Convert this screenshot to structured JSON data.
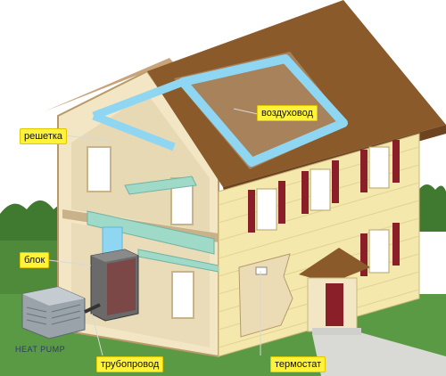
{
  "labels": {
    "grille": "решетка",
    "duct": "воздуховод",
    "unit": "блок",
    "piping": "трубопровод",
    "thermostat": "термостат",
    "heat_pump": "HEAT PUMP"
  },
  "colors": {
    "siding": "#f4e8ac",
    "roof": "#8b5a2b",
    "shutter": "#8a1f2a",
    "duct": "#8fd6f2",
    "callout": "#fff23a",
    "grass": "#4e8a3a"
  }
}
